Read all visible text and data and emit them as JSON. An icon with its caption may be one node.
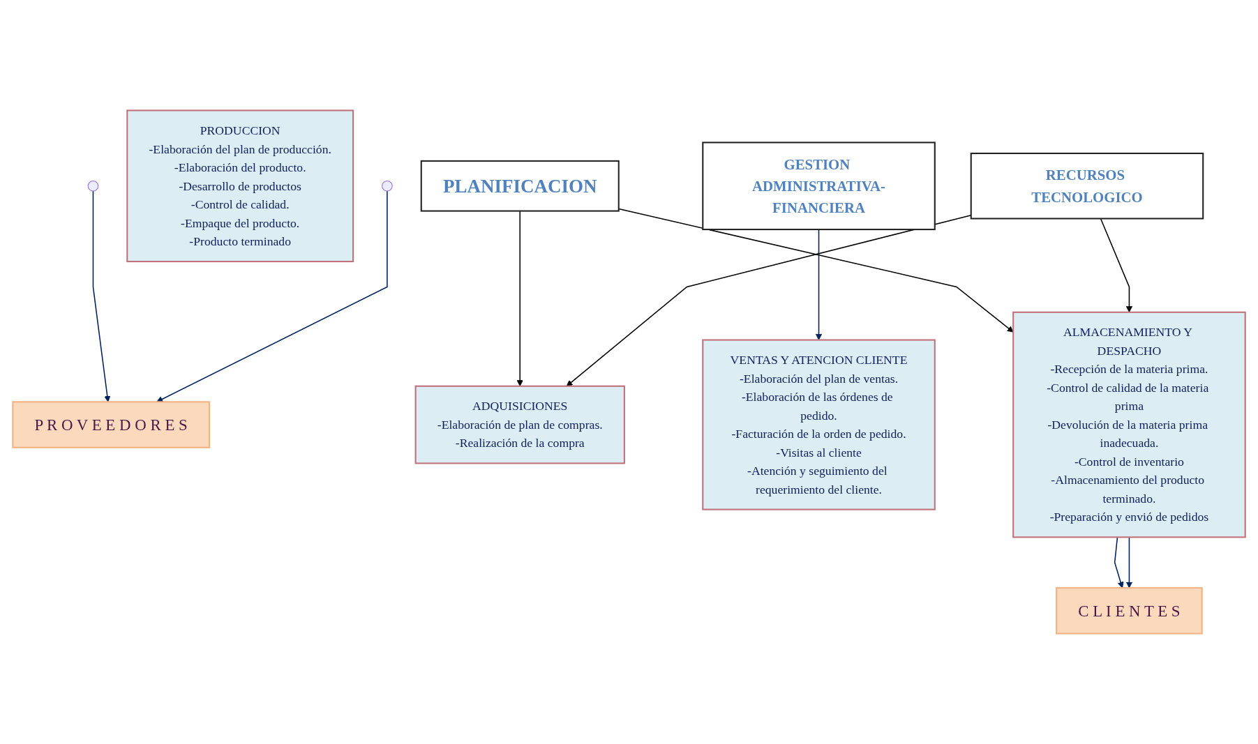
{
  "diagram": {
    "nodes": [
      {
        "text": [
          "P R O V E E D O R E S"
        ]
      },
      {
        "text": [
          "PLANIFICACION"
        ]
      },
      {
        "text": [
          "ADQUISICIONES",
          "-Elaboración de plan de compras.",
          "-Realización de la compra"
        ]
      },
      {
        "text": [
          "PRODUCCION",
          "-Elaboración del plan de producción.",
          "-Elaboración del producto.",
          "-Desarrollo de productos",
          "-Control de calidad.",
          "-Empaque del producto.",
          "-Producto terminado"
        ]
      },
      {
        "text": [
          "VENTAS Y ATENCION CLIENTE",
          "-Elaboración del plan de ventas.",
          "-Elaboración de las órdenes de pedido.",
          "-Facturación de la orden de pedido.",
          "-Visitas al cliente",
          "-Atención y seguimiento del requerimiento del cliente."
        ]
      },
      {
        "text": [
          "ALMACENAMIENTO Y DESPACHO",
          "-Recepción de la materia prima.",
          "-Control de calidad de la materia prima",
          "-Devolución de la materia prima inadecuada.",
          "-Control de inventario",
          "-Almacenamiento del producto terminado.",
          "-Preparación y envió de pedidos"
        ]
      },
      {
        "text": [
          "C L I E N T E S"
        ]
      },
      {
        "text": [
          "GESTION ADMINISTRATIVA-FINANCIERA"
        ]
      },
      {
        "text": [
          "RECURSOS TECNOLOGICO"
        ]
      }
    ],
    "edges": [
      {
        "from": 1,
        "to": 2,
        "arrow": "to",
        "color": "#000000"
      },
      {
        "from": 1,
        "to": 5,
        "arrow": "to",
        "color": "#000000"
      },
      {
        "from": null,
        "to": 0,
        "arrow": "to",
        "color": "#002060"
      },
      {
        "from": null,
        "to": 0,
        "arrow": "to",
        "color": "#002060"
      },
      {
        "from": 5,
        "to": 6,
        "arrow": "to",
        "color": "#002060"
      },
      {
        "from": 5,
        "to": 6,
        "arrow": "to",
        "color": "#002060"
      },
      {
        "from": 7,
        "to": 4,
        "arrow": "to",
        "color": "#002060"
      },
      {
        "from": 8,
        "to": 2,
        "arrow": "to",
        "color": "#000000"
      },
      {
        "from": 8,
        "to": 5,
        "arrow": "to",
        "color": "#000000"
      }
    ]
  }
}
